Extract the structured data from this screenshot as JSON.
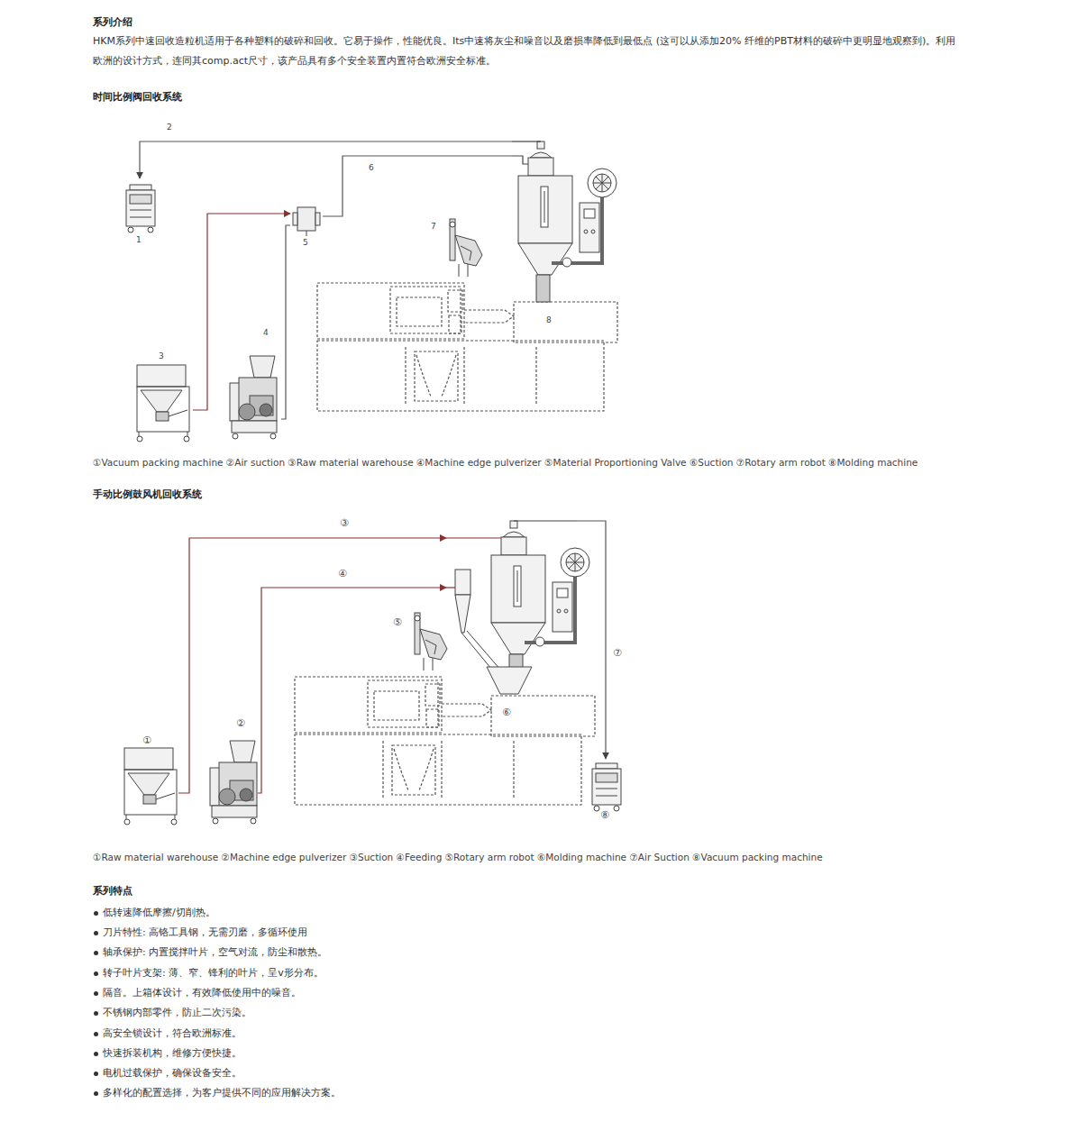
{
  "diagram": {
    "title": "系列介绍",
    "nodes": [
      {
        "text": [
          "1"
        ]
      },
      {
        "text": [
          "3"
        ]
      },
      {
        "text": [
          "4"
        ]
      },
      {
        "text": [
          "5"
        ]
      },
      {
        "text": [
          "7"
        ]
      },
      {
        "text": [
          "8"
        ]
      },
      {
        "text": [
          "①"
        ]
      },
      {
        "text": [
          "②"
        ]
      },
      {
        "text": [
          "⑤"
        ]
      },
      {
        "text": [
          "⑥"
        ]
      },
      {
        "text": [
          "⑧"
        ]
      }
    ],
    "edges": [
      {
        "from": 5,
        "to": 0,
        "label": "2",
        "arrow": "to"
      },
      {
        "from": 1,
        "to": 3,
        "arrow": "to"
      },
      {
        "from": 2,
        "to": 3,
        "arrow": "none"
      },
      {
        "from": 3,
        "to": 5,
        "label": "6",
        "arrow": "none"
      },
      {
        "from": 6,
        "to": 9,
        "label": "③",
        "arrow": "to"
      },
      {
        "from": 7,
        "to": 9,
        "label": "④",
        "arrow": "to"
      },
      {
        "from": 9,
        "to": 10,
        "label": "⑦",
        "arrow": "to"
      }
    ],
    "labels": [
      "HKM系列中速回收造粒机适用于各种塑料的破碎和回收。它易于操作，性能优良。Its中速将灰尘和噪音以及磨损率降低到最低点 (这可以从添加20% 纤维的PBT材料的破碎中更明显地观察到)。利用欧洲的设计方式，连同其comp.act尺寸，该产品具有多个安全装置内置符合欧洲安全标准。",
      "时间比例阀回收系统",
      "①Vacuum packing machine ②Air suction ③Raw material warehouse ④Machine edge pulverizer ⑤Material Proportioning Valve ⑥Suction ⑦Rotary arm robot ⑧Molding machine",
      "手动比例鼓风机回收系统",
      "①Raw material warehouse ②Machine edge pulverizer ③Suction ④Feeding ⑤Rotary arm robot ⑥Molding machine ⑦Air Suction ⑧Vacuum packing machine",
      "系列特点",
      "低转速降低摩擦/切削热。",
      "刀片特性: 高铬工具钢，无需刃磨，多循环使用",
      "轴承保护: 内置搅拌叶片，空气对流，防尘和散热。",
      "转子叶片支架: 薄、窄、锋利的叶片，呈v形分布。",
      "隔音。上箱体设计，有效降低使用中的噪音。",
      "不锈钢内部零件，防止二次污染。",
      "高安全锁设计，符合欧洲标准。",
      "快速拆装机构，维修方便快捷。",
      "电机过载保护，确保设备安全。",
      "多样化的配置选择，为客户提供不同的应用解决方案。"
    ]
  }
}
